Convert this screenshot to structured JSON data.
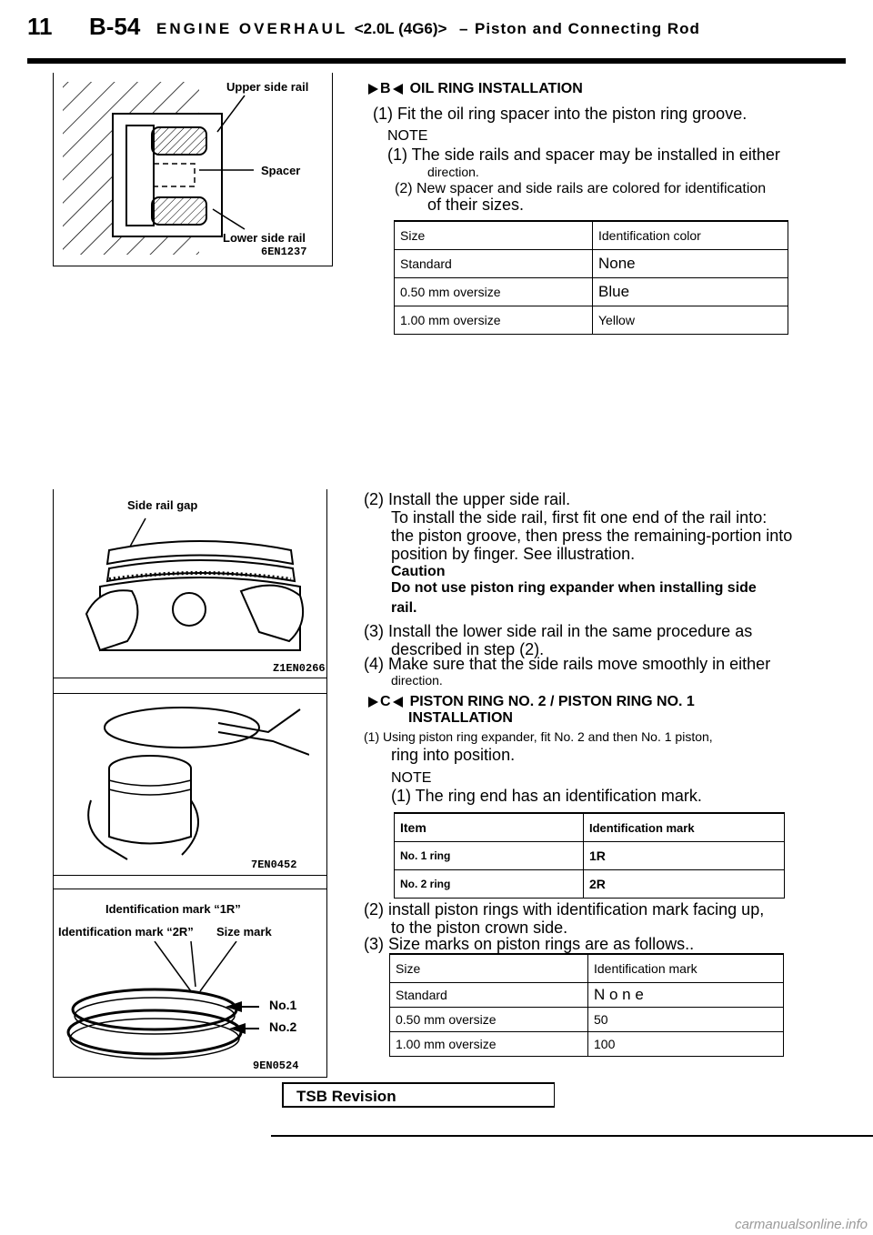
{
  "header": {
    "section_num": "11",
    "page_code": "B-54",
    "title": "ENGINE OVERHAUL",
    "engine": "<2.0L (4G6)>",
    "separator": "–",
    "subtitle": "Piston and Connecting Rod"
  },
  "figures": {
    "fig1": {
      "upper": "Upper side rail",
      "spacer": "Spacer",
      "lower": "Lower side rail",
      "code": "6EN1237"
    },
    "fig2": {
      "label": "Side rail gap",
      "code": "Z1EN0266"
    },
    "fig3": {
      "code": "7EN0452"
    },
    "fig4": {
      "id1r": "Identification mark “1R”",
      "id2r": "Identification mark “2R”",
      "size": "Size mark",
      "no1": "No.1",
      "no2": "No.2",
      "code": "9EN0524"
    }
  },
  "section_b": {
    "marker": "B",
    "title": "OIL RING INSTALLATION",
    "step1": "(1) Fit the oil ring spacer into the piston ring groove.",
    "note_label": "NOTE",
    "note1a": "(1) The side rails and spacer may be installed in either",
    "note1b": "direction.",
    "note2a": "(2)  New spacer and side rails are colored for identification",
    "note2b": "of their sizes.",
    "table": {
      "headers": [
        "Size",
        "Identification color"
      ],
      "rows": [
        [
          "Standard",
          "None"
        ],
        [
          "0.50 mm oversize",
          "Blue"
        ],
        [
          "1.00 mm oversize",
          "Yellow"
        ]
      ]
    },
    "step2a": "(2) Install the upper side rail.",
    "step2b": "To install the side rail, first fit one end of the rail into:",
    "step2c": "the piston groove, then press the remaining-portion into",
    "step2d": "position by finger. See illustration.",
    "caution": "Caution",
    "caution_a": "Do not use piston ring expander when installing side",
    "caution_b": "rail.",
    "step3a": "(3) Install the lower side rail in the same procedure as",
    "step3b": "described in step (2).",
    "step4a": "(4) Make sure that the side rails move smoothly in either",
    "step4b": "direction."
  },
  "section_c": {
    "marker": "C",
    "title_a": "PISTON RING NO. 2 / PISTON RING NO. 1",
    "title_b": "INSTALLATION",
    "step1a": "(1) Using piston ring expander, fit No. 2 and then No. 1 piston,",
    "step1b": "ring into position.",
    "note_label": "NOTE",
    "note1": "(1) The ring end has an identification mark.",
    "table1": {
      "headers": [
        "Item",
        "Identification mark"
      ],
      "rows": [
        [
          "No. 1 ring",
          "1R"
        ],
        [
          "No. 2 ring",
          "2R"
        ]
      ]
    },
    "step2a": "(2) install piston rings with identification mark facing up,",
    "step2b": "to the piston crown side.",
    "step3": "(3) Size marks on piston rings are as follows..",
    "table2": {
      "headers": [
        "Size",
        "Identification mark"
      ],
      "rows": [
        [
          "Standard",
          "N o n e"
        ],
        [
          "0.50 mm oversize",
          "50"
        ],
        [
          "1.00 mm oversize",
          "100"
        ]
      ]
    }
  },
  "footer": {
    "tsb": "TSB Revision",
    "watermark": "carmanualsonline.info"
  }
}
